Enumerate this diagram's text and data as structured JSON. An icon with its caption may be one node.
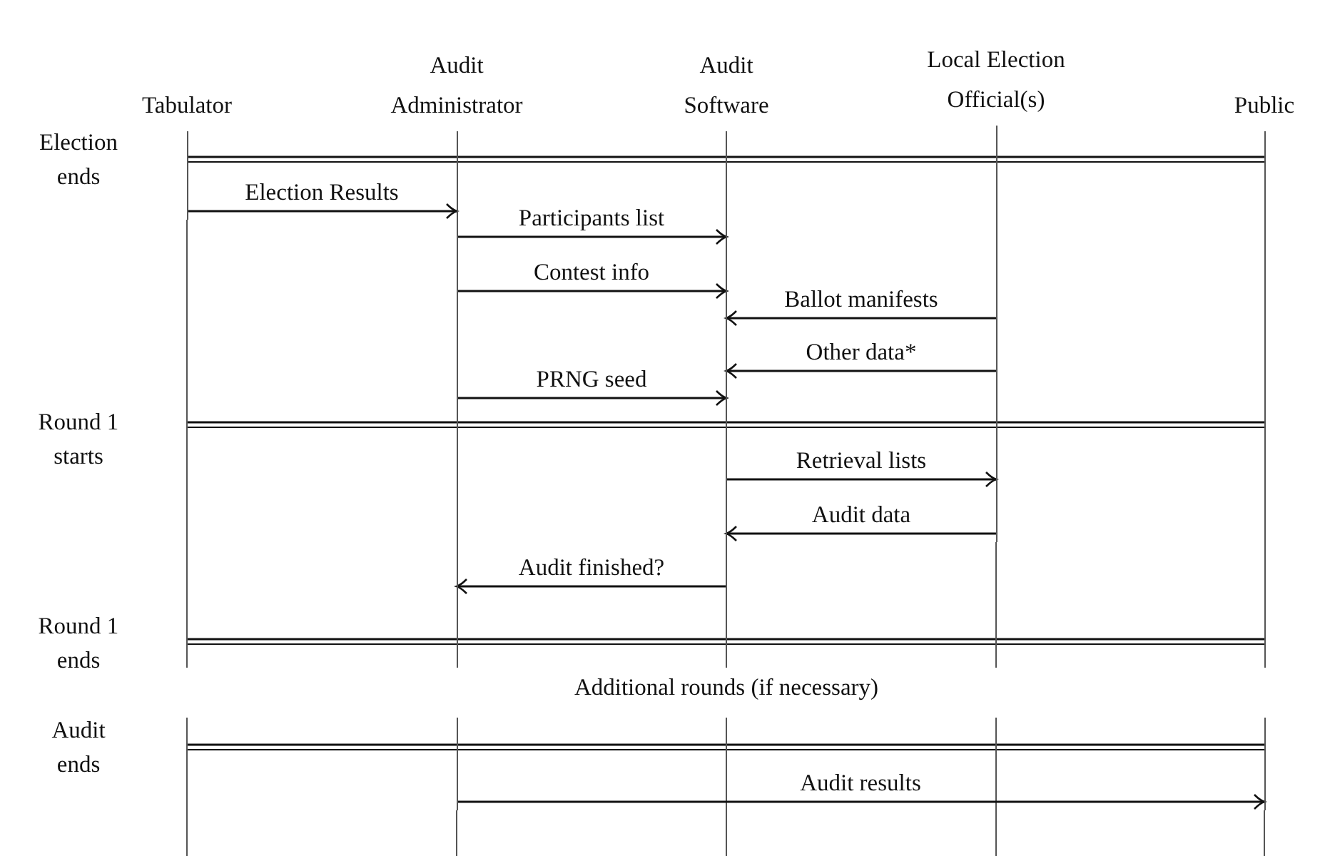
{
  "diagram": {
    "nodes": [
      {
        "text": [
          "Tabulator"
        ]
      },
      {
        "text": [
          "Audit Administrator"
        ]
      },
      {
        "text": [
          "Audit Software"
        ]
      },
      {
        "text": [
          "Local Election Official(s)"
        ]
      },
      {
        "text": [
          "Public"
        ]
      }
    ],
    "edges": [
      {
        "from": 0,
        "to": 1,
        "arrow": "to",
        "label": "Election Results"
      },
      {
        "from": 1,
        "to": 2,
        "arrow": "to",
        "label": "Participants list"
      },
      {
        "from": 1,
        "to": 2,
        "arrow": "to",
        "label": "Contest info"
      },
      {
        "from": 3,
        "to": 2,
        "arrow": "to",
        "label": "Ballot manifests"
      },
      {
        "from": 3,
        "to": 2,
        "arrow": "to",
        "label": "Other data*"
      },
      {
        "from": 1,
        "to": 2,
        "arrow": "to",
        "label": "PRNG seed"
      },
      {
        "from": 2,
        "to": 3,
        "arrow": "to",
        "label": "Retrieval lists"
      },
      {
        "from": 3,
        "to": 2,
        "arrow": "to",
        "label": "Audit data"
      },
      {
        "from": 2,
        "to": 1,
        "arrow": "to",
        "label": "Audit finished?"
      },
      {
        "from": 1,
        "to": 4,
        "arrow": "to",
        "label": "Audit results"
      }
    ],
    "labels": [
      "Election ends",
      "Round 1 starts",
      "Round 1 ends",
      "Additional rounds (if necessary)",
      "Audit ends"
    ]
  }
}
